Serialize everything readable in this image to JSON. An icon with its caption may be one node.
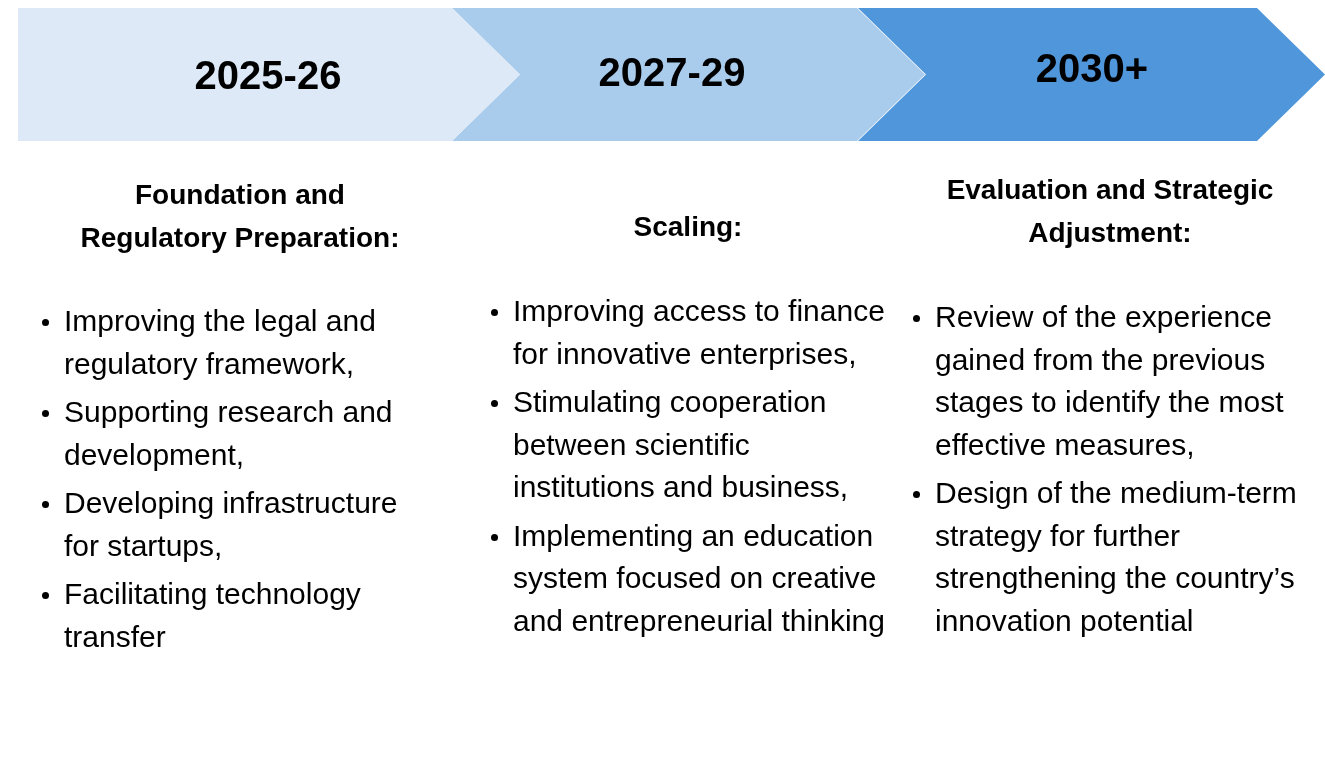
{
  "diagram": {
    "nodes": [
      {
        "text": [
          "2025-26"
        ]
      },
      {
        "text": [
          "2027-29"
        ]
      },
      {
        "text": [
          "2030+"
        ]
      }
    ],
    "edges": [],
    "labels": [
      "Foundation and Regulatory Preparation:",
      "Scaling:",
      "Evaluation and Strategic Adjustment:",
      "Improving the legal and regulatory framework,",
      "Improving access to finance for innovative enterprises,",
      "Review of the experience gained from the previous stages to identify the most effective measures,",
      "Supporting research and development,",
      "Stimulating cooperation between scientific institutions and business,",
      "Design of the medium-term strategy for further strengthening the country’s innovation potential",
      "Developing infrastructure for startups,",
      "Implementing an education system focused on creative and entrepreneurial thinking",
      "Facilitating technology transfer"
    ]
  }
}
